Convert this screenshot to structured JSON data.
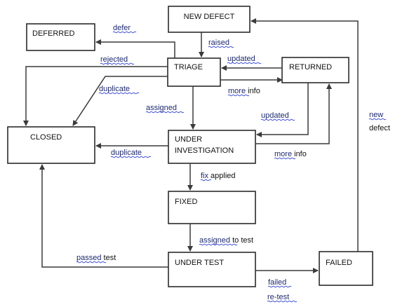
{
  "states": {
    "new_defect": "NEW DEFECT",
    "deferred": "DEFERRED",
    "triage": "TRIAGE",
    "returned": "RETURNED",
    "closed": "CLOSED",
    "under_investigation_line1": "UNDER",
    "under_investigation_line2": "INVESTIGATION",
    "fixed": "FIXED",
    "under_test": "UNDER TEST",
    "failed": "FAILED"
  },
  "transitions": {
    "defer": "defer",
    "raised": "raised",
    "rejected": "rejected",
    "updated_triage": "updated",
    "duplicate_triage": "duplicate",
    "more_info_triage_word1": "more",
    "more_info_triage_word2": " info",
    "assigned": "assigned",
    "updated_investigation": "updated",
    "duplicate_investigation": "duplicate",
    "more_info_investigation_word1": "more",
    "more_info_investigation_word2": " info",
    "fix_applied_word1": "fix",
    "fix_applied_word2": " applied",
    "assigned_to_test_word1": "assigned",
    "assigned_to_test_word2": " to test",
    "passed_test_word1": "passed",
    "passed_test_word2": " test",
    "failed_retest_line1": "failed",
    "failed_retest_line2": "re-test",
    "new_defect_line1": "new",
    "new_defect_line2": "defect"
  },
  "colors": {
    "box_stroke": "#2b2b2b",
    "arrow": "#3a3a3a",
    "label_text": "#1e2a6e",
    "squiggle": "#3a4bd0"
  }
}
